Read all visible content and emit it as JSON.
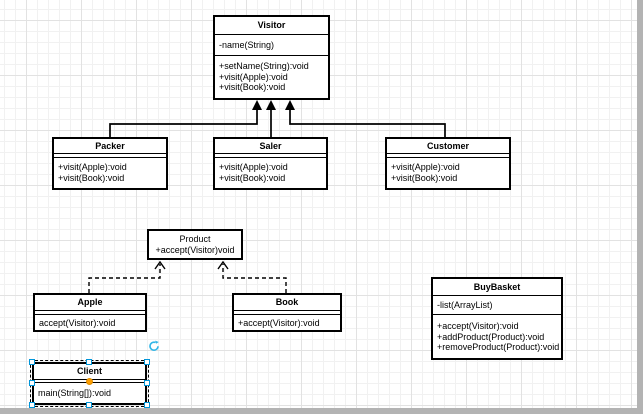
{
  "app": {
    "type": "uml-class-diagram-canvas"
  },
  "classes": {
    "visitor": {
      "title": "Visitor",
      "attributes": [
        "-name(String)"
      ],
      "methods": [
        "+setName(String):void",
        "+visit(Apple):void",
        "+visit(Book):void"
      ]
    },
    "packer": {
      "title": "Packer",
      "attributes": [],
      "methods": [
        "+visit(Apple):void",
        "+visit(Book):void"
      ]
    },
    "saler": {
      "title": "Saler",
      "attributes": [],
      "methods": [
        "+visit(Apple):void",
        "+visit(Book):void"
      ]
    },
    "customer": {
      "title": "Customer",
      "attributes": [],
      "methods": [
        "+visit(Apple):void",
        "+visit(Book):void"
      ]
    },
    "product": {
      "title": "Product",
      "signature": "+accept(Visitor)void"
    },
    "apple": {
      "title": "Apple",
      "attributes": [],
      "methods": [
        "accept(Visitor):void"
      ]
    },
    "book": {
      "title": "Book",
      "attributes": [],
      "methods": [
        "+accept(Visitor):void"
      ]
    },
    "buybasket": {
      "title": "BuyBasket",
      "attributes": [
        "-list(ArrayList)"
      ],
      "methods": [
        "+accept(Visitor):void",
        "+addProduct(Product):void",
        "+removeProduct(Product):void"
      ]
    },
    "client": {
      "title": "Client",
      "attributes": [],
      "methods": [
        "main(String[]):void"
      ],
      "state": "selected"
    }
  },
  "edges": [
    {
      "from": "Packer",
      "to": "Visitor",
      "style": "solid",
      "arrow": "filled-triangle"
    },
    {
      "from": "Saler",
      "to": "Visitor",
      "style": "solid",
      "arrow": "filled-triangle"
    },
    {
      "from": "Customer",
      "to": "Visitor",
      "style": "solid",
      "arrow": "filled-triangle"
    },
    {
      "from": "Apple",
      "to": "Product",
      "style": "dashed",
      "arrow": "open"
    },
    {
      "from": "Book",
      "to": "Product",
      "style": "dashed",
      "arrow": "open"
    }
  ],
  "colors": {
    "stroke": "#000000",
    "box_fill": "#ffffff",
    "grid_minor": "#f1f1f1",
    "grid_major": "#e2e2e2",
    "canvas_edge": "#b3b3b3",
    "selection_handle_border": "#0095d9",
    "rotate_handle": "#31b6e7",
    "connection_point": "#ff9e01"
  }
}
